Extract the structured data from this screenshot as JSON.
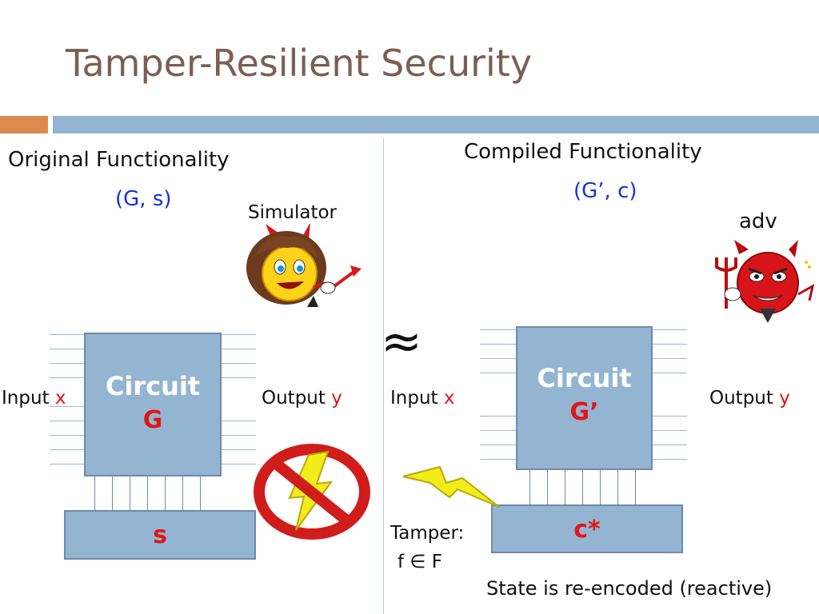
{
  "slide": {
    "title": "Tamper-Resilient Security",
    "approx_symbol": "≈"
  },
  "left": {
    "heading": "Original Functionality",
    "pair": "(G, s)",
    "simulator_label": "Simulator",
    "input_label": "Input",
    "input_var": "x",
    "output_label": "Output",
    "output_var": "y",
    "circuit_title": "Circuit",
    "circuit_name": "G",
    "state_label": "s"
  },
  "right": {
    "heading": "Compiled Functionality",
    "pair": "(G’, c)",
    "adv_label": "adv",
    "input_label": "Input",
    "input_var": "x",
    "output_label": "Output",
    "output_var": "y",
    "circuit_title": "Circuit",
    "circuit_name": "G’",
    "state_label": "c*",
    "tamper_label": "Tamper:",
    "tamper_func": "f ∈ F",
    "caption": "State is re-encoded (reactive)"
  },
  "colors": {
    "title": "#7a5f52",
    "accent_orange": "#dd8a4f",
    "accent_blue": "#94b5d2",
    "variable_blue": "#1530d8",
    "variable_red": "#e01515"
  },
  "icons": [
    "devil-girl-icon",
    "devil-icon",
    "lightning-icon",
    "no-tamper-icon"
  ]
}
